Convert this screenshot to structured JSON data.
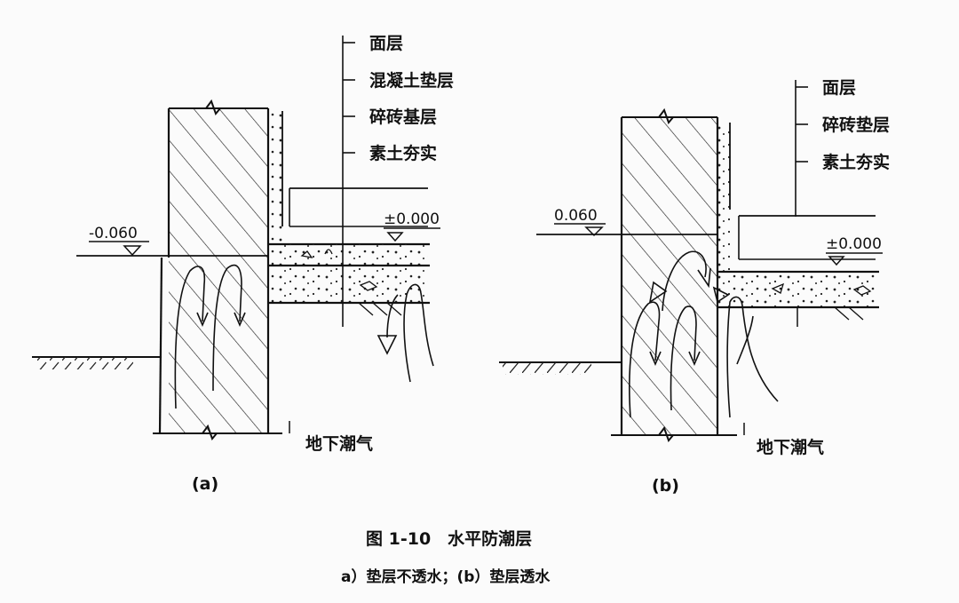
{
  "diagram_a": {
    "layers": [
      "面层",
      "混凝土垫层",
      "碎砖基层",
      "素土夯实"
    ],
    "level_left": "-0.060",
    "level_right": "±0.000",
    "moisture": "地下潮气",
    "panel": "(a)"
  },
  "diagram_b": {
    "layers": [
      "面层",
      "碎砖垫层",
      "素土夯实"
    ],
    "level_left": "0.060",
    "level_right": "±0.000",
    "moisture": "地下潮气",
    "panel": "(b)"
  },
  "caption": {
    "title": "图 1-10　水平防潮层",
    "subtitle": "a）垫层不透水；(b）垫层透水"
  }
}
